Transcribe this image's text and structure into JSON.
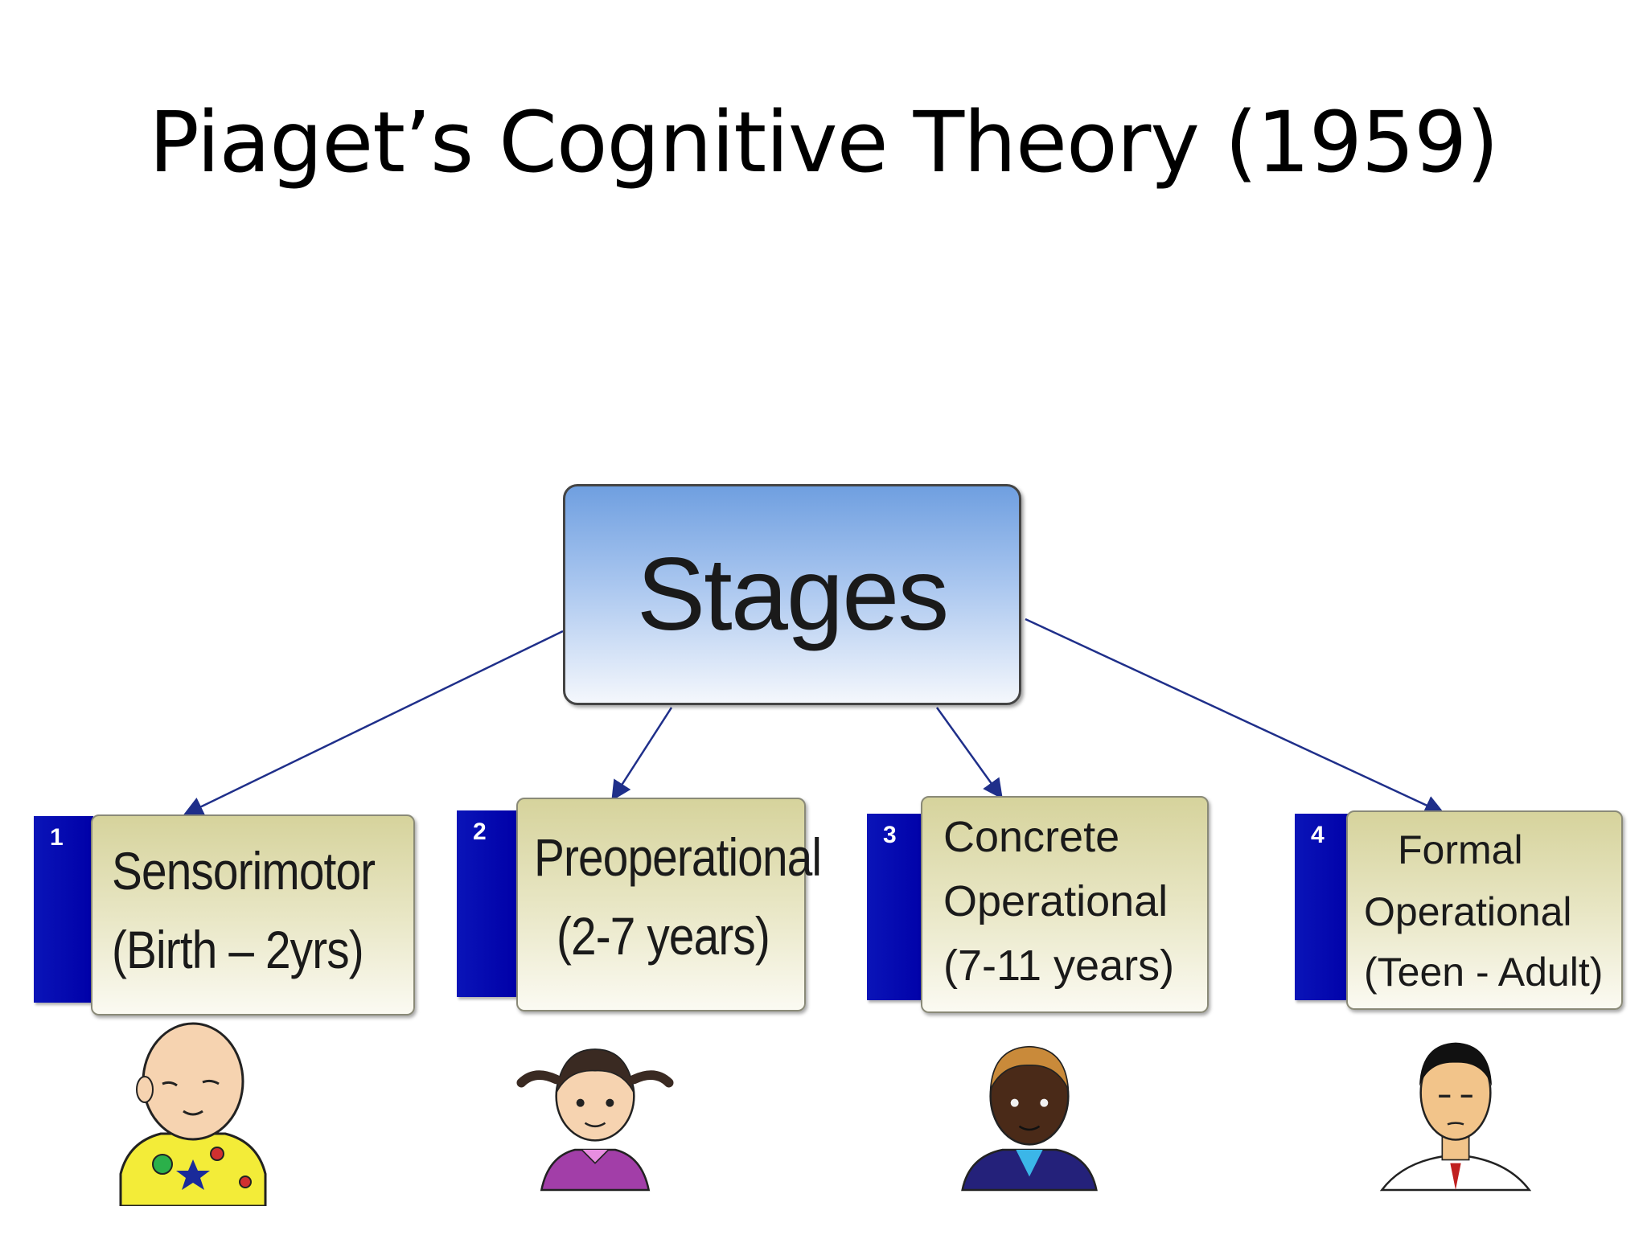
{
  "title": "Piaget’s Cognitive Theory (1959)",
  "root": {
    "label": "Stages",
    "color_top": "#6f9fe0",
    "color_bottom": "#f4f7fc"
  },
  "stage_tab_color": "#0000a8",
  "stages": [
    {
      "number": "1",
      "line1": "Sensorimotor",
      "line2": "(Birth – 2yrs)",
      "line3": "",
      "avatar": "baby-icon"
    },
    {
      "number": "2",
      "line1": "Preoperational",
      "line2": "(2-7 years)",
      "line3": "",
      "avatar": "girl-icon"
    },
    {
      "number": "3",
      "line1": "Concrete",
      "line2": "Operational",
      "line3": "(7-11 years)",
      "avatar": "boy-icon"
    },
    {
      "number": "4",
      "line1": "Formal",
      "line2": "Operational",
      "line3": "(Teen - Adult)",
      "avatar": "man-icon"
    }
  ]
}
